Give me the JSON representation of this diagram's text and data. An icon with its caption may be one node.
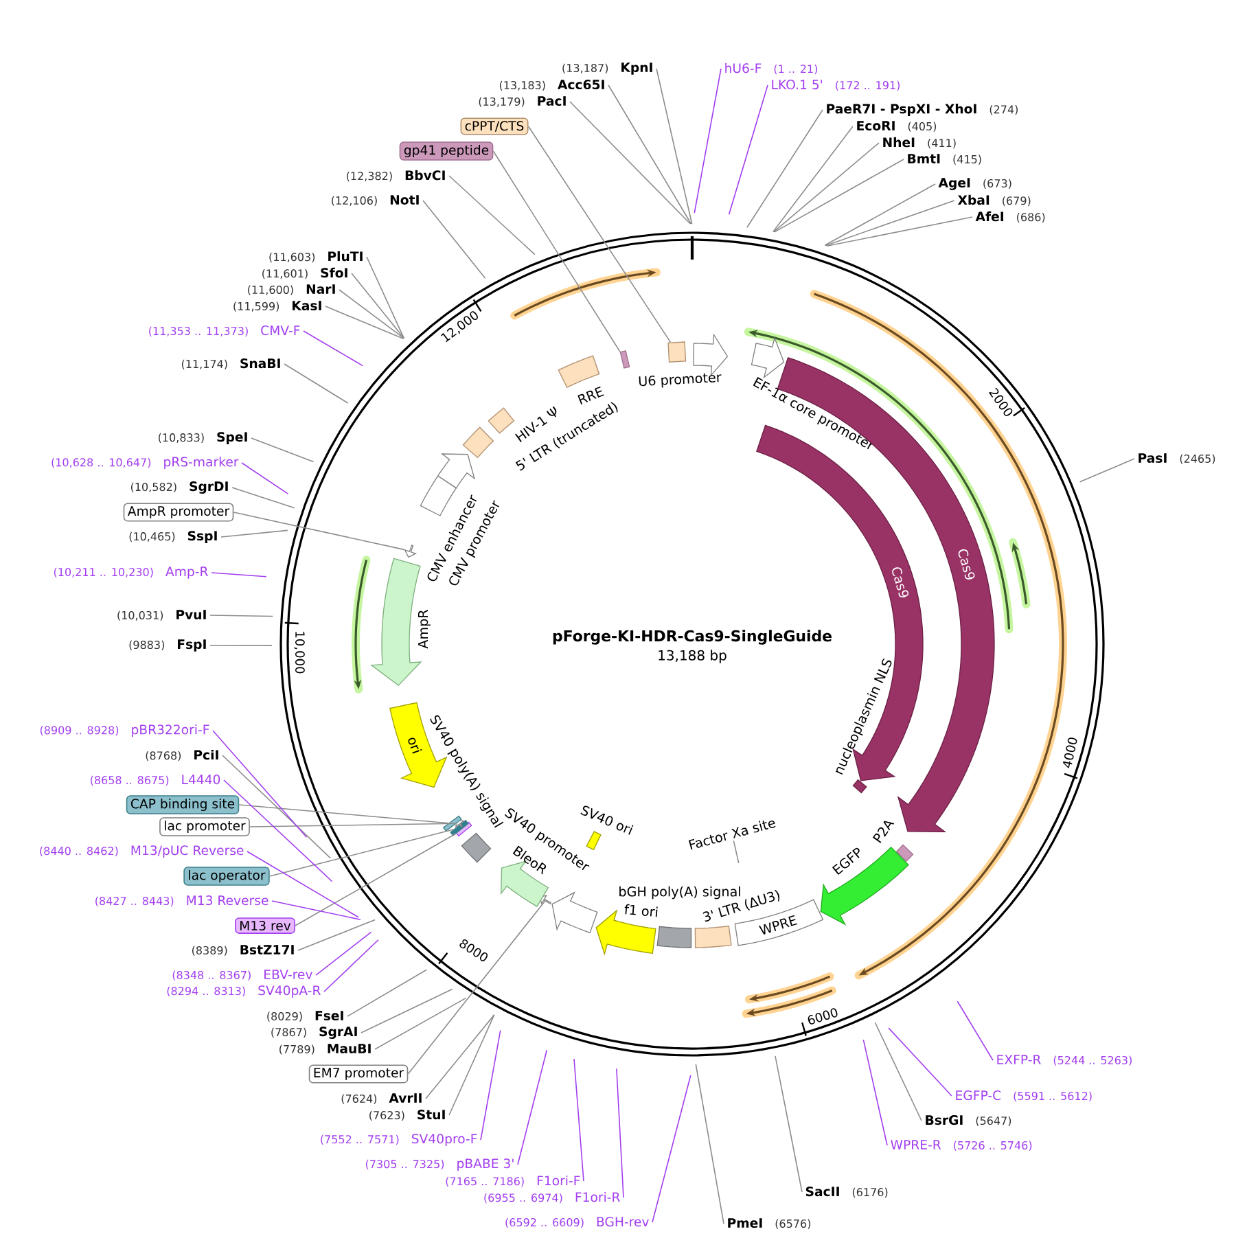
{
  "diagram": {
    "title": "pForge-KI-HDR-Cas9-SingleGuide",
    "nodes": [
      {
        "text": [
          "hU6-F",
          "(1 .. 21)"
        ]
      },
      {
        "text": [
          "LKO.1 5'",
          "(172 .. 191)"
        ]
      },
      {
        "text": [
          "PaeR7I - PspXI - XhoI",
          "(274)"
        ]
      },
      {
        "text": [
          "EcoRI",
          "(405)"
        ]
      },
      {
        "text": [
          "NheI",
          "(411)"
        ]
      },
      {
        "text": [
          "BmtI",
          "(415)"
        ]
      },
      {
        "text": [
          "AgeI",
          "(673)"
        ]
      },
      {
        "text": [
          "XbaI",
          "(679)"
        ]
      },
      {
        "text": [
          "AfeI",
          "(686)"
        ]
      },
      {
        "text": [
          "PasI",
          "(2465)"
        ]
      },
      {
        "text": [
          "EXFP-R",
          "(5244 .. 5263)"
        ]
      },
      {
        "text": [
          "EGFP-C",
          "(5591 .. 5612)"
        ]
      },
      {
        "text": [
          "BsrGI",
          "(5647)"
        ]
      },
      {
        "text": [
          "WPRE-R",
          "(5726 .. 5746)"
        ]
      },
      {
        "text": [
          "SacII",
          "(6176)"
        ]
      },
      {
        "text": [
          "PmeI",
          "(6576)"
        ]
      },
      {
        "text": [
          "(6592 .. 6609)",
          "BGH-rev"
        ]
      },
      {
        "text": [
          "(6955 .. 6974)",
          "F1ori-R"
        ]
      },
      {
        "text": [
          "(7165 .. 7186)",
          "F1ori-F"
        ]
      },
      {
        "text": [
          "(7305 .. 7325)",
          "pBABE 3'"
        ]
      },
      {
        "text": [
          "(7552 .. 7571)",
          "SV40pro-F"
        ]
      },
      {
        "text": [
          "(7623)",
          "StuI"
        ]
      },
      {
        "text": [
          "(7624)",
          "AvrII"
        ]
      },
      {
        "text": [
          "EM7 promoter"
        ]
      },
      {
        "text": [
          "(7789)",
          "MauBI"
        ]
      },
      {
        "text": [
          "(7867)",
          "SgrAI"
        ]
      },
      {
        "text": [
          "(8029)",
          "FseI"
        ]
      },
      {
        "text": [
          "(8294 .. 8313)",
          "SV40pA-R"
        ]
      },
      {
        "text": [
          "(8348 .. 8367)",
          "EBV-rev"
        ]
      },
      {
        "text": [
          "(8389)",
          "BstZ17I"
        ]
      },
      {
        "text": [
          "M13 rev"
        ]
      },
      {
        "text": [
          "(8427 .. 8443)",
          "M13 Reverse"
        ]
      },
      {
        "text": [
          "lac operator"
        ]
      },
      {
        "text": [
          "(8440 .. 8462)",
          "M13/pUC Reverse"
        ]
      },
      {
        "text": [
          "lac promoter"
        ]
      },
      {
        "text": [
          "CAP binding site"
        ]
      },
      {
        "text": [
          "(8658 .. 8675)",
          "L4440"
        ]
      },
      {
        "text": [
          "(8768)",
          "PciI"
        ]
      },
      {
        "text": [
          "(8909 .. 8928)",
          "pBR322ori-F"
        ]
      },
      {
        "text": [
          "(9883)",
          "FspI"
        ]
      },
      {
        "text": [
          "(10,031)",
          "PvuI"
        ]
      },
      {
        "text": [
          "(10,211 .. 10,230)",
          "Amp-R"
        ]
      },
      {
        "text": [
          "(10,465)",
          "SspI"
        ]
      },
      {
        "text": [
          "AmpR promoter"
        ]
      },
      {
        "text": [
          "(10,582)",
          "SgrDI"
        ]
      },
      {
        "text": [
          "(10,628 .. 10,647)",
          "pRS-marker"
        ]
      },
      {
        "text": [
          "(10,833)",
          "SpeI"
        ]
      },
      {
        "text": [
          "(11,174)",
          "SnaBI"
        ]
      },
      {
        "text": [
          "(11,353 .. 11,373)",
          "CMV-F"
        ]
      },
      {
        "text": [
          "(11,599)",
          "KasI"
        ]
      },
      {
        "text": [
          "(11,600)",
          "NarI"
        ]
      },
      {
        "text": [
          "(11,601)",
          "SfoI"
        ]
      },
      {
        "text": [
          "(11,603)",
          "PluTI"
        ]
      },
      {
        "text": [
          "(12,106)",
          "NotI"
        ]
      },
      {
        "text": [
          "(12,382)",
          "BbvCI"
        ]
      },
      {
        "text": [
          "gp41 peptide"
        ]
      },
      {
        "text": [
          "cPPT/CTS"
        ]
      },
      {
        "text": [
          "(13,179)",
          "PacI"
        ]
      },
      {
        "text": [
          "(13,183)",
          "Acc65I"
        ]
      },
      {
        "text": [
          "(13,187)",
          "KpnI"
        ]
      },
      {
        "text": [
          "U6 promoter"
        ]
      },
      {
        "text": [
          "EF-1α core promoter"
        ]
      },
      {
        "text": [
          "Cas9"
        ]
      },
      {
        "text": [
          "Cas9"
        ]
      },
      {
        "text": [
          "nucleoplasmin NLS"
        ]
      },
      {
        "text": [
          "P2A"
        ]
      },
      {
        "text": [
          "EGFP"
        ]
      },
      {
        "text": [
          "WPRE"
        ]
      },
      {
        "text": [
          "3' LTR (ΔU3)"
        ]
      },
      {
        "text": [
          "Factor Xa site"
        ]
      },
      {
        "text": [
          "bGH poly(A) signal"
        ]
      },
      {
        "text": [
          "f1 ori"
        ]
      },
      {
        "text": [
          "SV40 promoter"
        ]
      },
      {
        "text": [],
        "shape": "arrow"
      },
      {
        "text": [
          "BleoR"
        ]
      },
      {
        "text": [
          "SV40 ori"
        ]
      },
      {
        "text": [
          "SV40 poly(A) signal"
        ]
      },
      {
        "text": [],
        "shape": "bar"
      },
      {
        "text": [],
        "shape": "bar"
      },
      {
        "text": [],
        "shape": "arrow"
      },
      {
        "text": [],
        "shape": "bar"
      },
      {
        "text": [
          "ori"
        ]
      },
      {
        "text": [
          "AmpR"
        ]
      },
      {
        "text": [],
        "shape": "arrow"
      },
      {
        "text": [
          "CMV enhancer"
        ]
      },
      {
        "text": [
          "CMV promoter"
        ]
      },
      {
        "text": [
          "5' LTR (truncated)"
        ]
      },
      {
        "text": [
          "HIV-1 Ψ"
        ]
      },
      {
        "text": [
          "RRE"
        ]
      },
      {
        "text": [],
        "shape": "box"
      },
      {
        "text": [],
        "shape": "box"
      }
    ],
    "edges": [
      {
        "from": 0,
        "to": null,
        "arrow": "none",
        "color": "#a23ef0"
      },
      {
        "from": 1,
        "to": null,
        "arrow": "none",
        "color": "#a23ef0"
      },
      {
        "from": 2,
        "to": null,
        "arrow": "none"
      },
      {
        "from": 3,
        "to": null,
        "arrow": "none"
      },
      {
        "from": 4,
        "to": null,
        "arrow": "none"
      },
      {
        "from": 5,
        "to": null,
        "arrow": "none"
      },
      {
        "from": 6,
        "to": null,
        "arrow": "none"
      },
      {
        "from": 7,
        "to": null,
        "arrow": "none"
      },
      {
        "from": 8,
        "to": null,
        "arrow": "none"
      },
      {
        "from": 9,
        "to": null,
        "arrow": "none"
      },
      {
        "from": 10,
        "to": null,
        "arrow": "none",
        "color": "#a23ef0"
      },
      {
        "from": 11,
        "to": null,
        "arrow": "none",
        "color": "#a23ef0"
      },
      {
        "from": 12,
        "to": null,
        "arrow": "none"
      },
      {
        "from": 13,
        "to": null,
        "arrow": "none",
        "color": "#a23ef0"
      },
      {
        "from": 14,
        "to": null,
        "arrow": "none"
      },
      {
        "from": 15,
        "to": null,
        "arrow": "none"
      },
      {
        "from": 16,
        "to": null,
        "arrow": "none",
        "color": "#a23ef0"
      },
      {
        "from": 17,
        "to": null,
        "arrow": "none",
        "color": "#a23ef0"
      },
      {
        "from": 18,
        "to": null,
        "arrow": "none",
        "color": "#a23ef0"
      },
      {
        "from": 19,
        "to": null,
        "arrow": "none",
        "color": "#a23ef0"
      },
      {
        "from": 20,
        "to": null,
        "arrow": "none",
        "color": "#a23ef0"
      },
      {
        "from": 21,
        "to": null,
        "arrow": "none"
      },
      {
        "from": 22,
        "to": null,
        "arrow": "none"
      },
      {
        "from": 23,
        "to": 73,
        "arrow": "none"
      },
      {
        "from": 24,
        "to": null,
        "arrow": "none"
      },
      {
        "from": 25,
        "to": null,
        "arrow": "none"
      },
      {
        "from": 26,
        "to": null,
        "arrow": "none"
      },
      {
        "from": 27,
        "to": null,
        "arrow": "none",
        "color": "#a23ef0"
      },
      {
        "from": 28,
        "to": null,
        "arrow": "none",
        "color": "#a23ef0"
      },
      {
        "from": 29,
        "to": null,
        "arrow": "none"
      },
      {
        "from": 30,
        "to": 77,
        "arrow": "none"
      },
      {
        "from": 31,
        "to": null,
        "arrow": "none",
        "color": "#a23ef0"
      },
      {
        "from": 32,
        "to": 78,
        "arrow": "none"
      },
      {
        "from": 33,
        "to": null,
        "arrow": "none",
        "color": "#a23ef0"
      },
      {
        "from": 34,
        "to": 79,
        "arrow": "none"
      },
      {
        "from": 35,
        "to": 80,
        "arrow": "none"
      },
      {
        "from": 36,
        "to": null,
        "arrow": "none",
        "color": "#a23ef0"
      },
      {
        "from": 37,
        "to": null,
        "arrow": "none"
      },
      {
        "from": 38,
        "to": null,
        "arrow": "none",
        "color": "#a23ef0"
      },
      {
        "from": 39,
        "to": null,
        "arrow": "none"
      },
      {
        "from": 40,
        "to": null,
        "arrow": "none"
      },
      {
        "from": 41,
        "to": null,
        "arrow": "none",
        "color": "#a23ef0"
      },
      {
        "from": 42,
        "to": null,
        "arrow": "none"
      },
      {
        "from": 43,
        "to": 83,
        "arrow": "none"
      },
      {
        "from": 44,
        "to": null,
        "arrow": "none"
      },
      {
        "from": 45,
        "to": null,
        "arrow": "none",
        "color": "#a23ef0"
      },
      {
        "from": 46,
        "to": null,
        "arrow": "none"
      },
      {
        "from": 47,
        "to": null,
        "arrow": "none"
      },
      {
        "from": 48,
        "to": null,
        "arrow": "none",
        "color": "#a23ef0"
      },
      {
        "from": 49,
        "to": null,
        "arrow": "none"
      },
      {
        "from": 50,
        "to": null,
        "arrow": "none"
      },
      {
        "from": 51,
        "to": null,
        "arrow": "none"
      },
      {
        "from": 52,
        "to": null,
        "arrow": "none"
      },
      {
        "from": 53,
        "to": null,
        "arrow": "none"
      },
      {
        "from": 54,
        "to": null,
        "arrow": "none"
      },
      {
        "from": 55,
        "to": 89,
        "arrow": "none"
      },
      {
        "from": 56,
        "to": 90,
        "arrow": "none"
      },
      {
        "from": 57,
        "to": null,
        "arrow": "none"
      },
      {
        "from": 58,
        "to": null,
        "arrow": "none"
      },
      {
        "from": 59,
        "to": null,
        "arrow": "none"
      },
      {
        "from": 69,
        "to": null,
        "arrow": "none"
      }
    ],
    "labels": [
      "13,188 bp",
      "12,000",
      "2000",
      "4000",
      "6000",
      "8000",
      "10,000"
    ]
  }
}
